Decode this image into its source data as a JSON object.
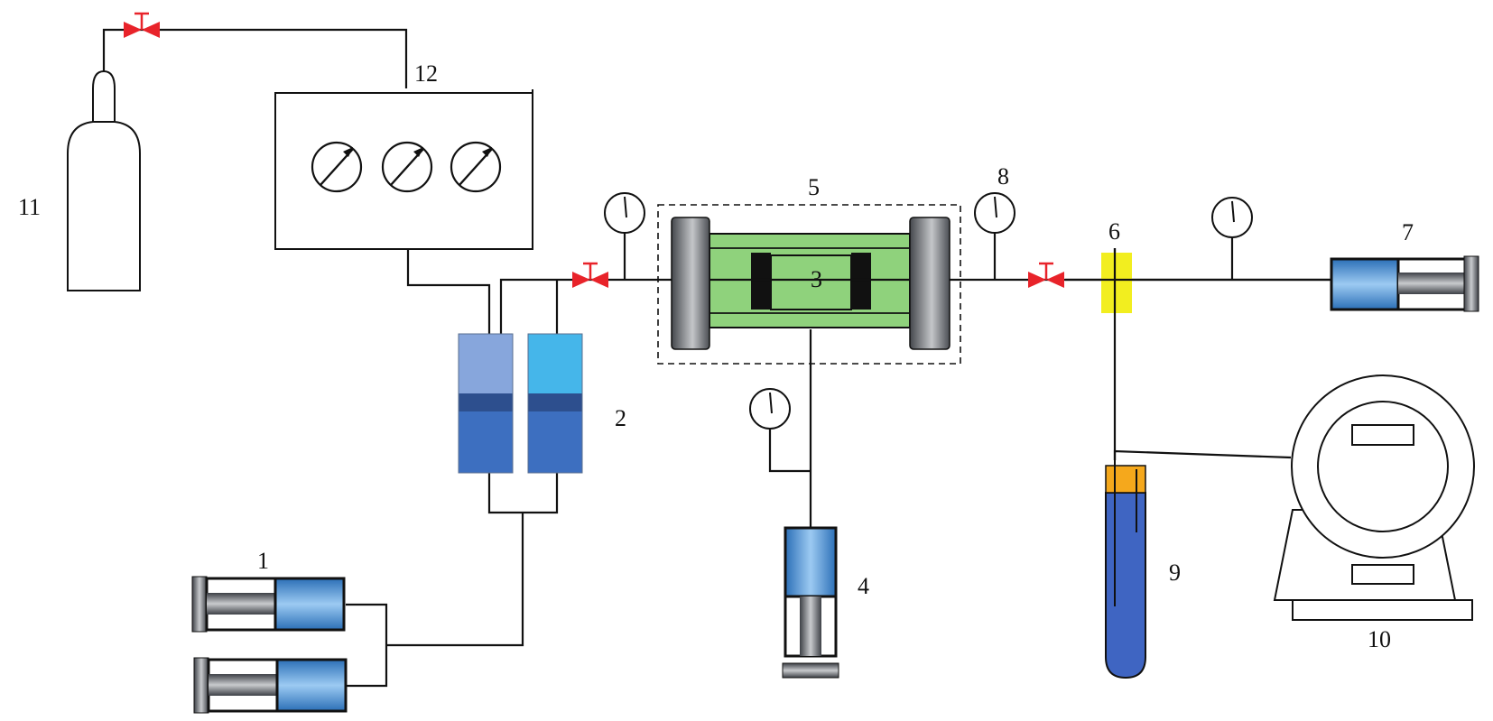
{
  "labels": {
    "pump_pair": "1",
    "accumulators": "2",
    "core": "3",
    "confining_pump": "4",
    "core_holder_box": "5",
    "sampling_port": "6",
    "back_pressure_pump": "7",
    "outlet_gauge": "8",
    "collection_tube": "9",
    "centrifuge": "10",
    "gas_cylinder": "11",
    "control_panel": "12"
  },
  "colors": {
    "valve": "#e8232a",
    "core_green": "#8fd27c",
    "accumulator_top_left": "#87a6dc",
    "accumulator_top_right": "#45b6ea",
    "accumulator_bottom": "#3d6fc0",
    "sampling_yellow": "#f2ee1f",
    "tube_cap": "#f5a81c",
    "tube_body": "#3f65c2"
  }
}
